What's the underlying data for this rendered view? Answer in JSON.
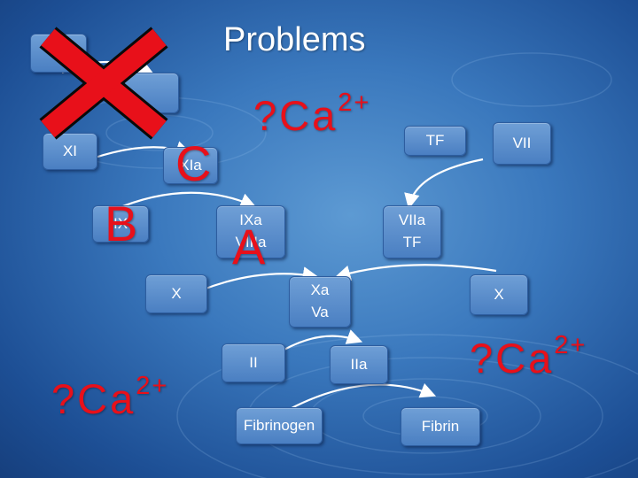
{
  "title": "Problems",
  "boxes": {
    "xii": "",
    "xiia": "",
    "xi": "XI",
    "xia": "XIa",
    "ix": "IX",
    "ixa": "IXa",
    "viiia": "VIIIa",
    "tf": "TF",
    "vii": "VII",
    "viia": "VIIa",
    "viia_tf": "TF",
    "x_left": "X",
    "xa": "Xa",
    "va": "Va",
    "x_right": "X",
    "ii": "II",
    "iia": "IIa",
    "fibrinogen": "Fibrinogen",
    "fibrin": "Fibrin"
  },
  "markers": {
    "a": "A",
    "b": "B",
    "c": "C"
  },
  "calcium": {
    "prefix": "?Ca",
    "superscript": "2+"
  },
  "colors": {
    "marker": "#e8101a",
    "box": "#4a7fc2",
    "arrow": "#ffffff"
  }
}
